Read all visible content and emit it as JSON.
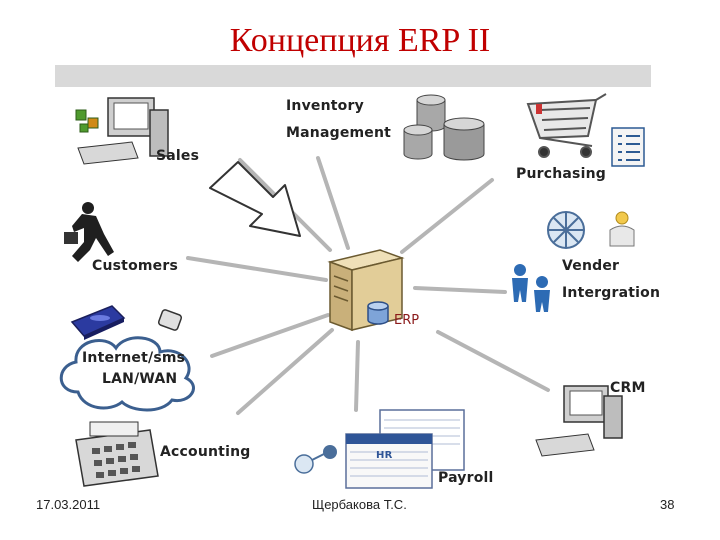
{
  "slide": {
    "title": "Концепция ERP II",
    "footer_date": "17.03.2011",
    "footer_author": "Щербакова Т.С.",
    "page_number": "38"
  },
  "diagram": {
    "center": "ERP",
    "nodes": {
      "sales": "Sales",
      "inventory_line1": "Inventory",
      "inventory_line2": "Management",
      "purchasing": "Purchasing",
      "customers": "Customers",
      "vender_line1": "Vender",
      "vender_line2": "Intergration",
      "internet_line1": "Internet/sms",
      "internet_line2": "LAN/WAN",
      "crm": "CRM",
      "accounting": "Accounting",
      "payroll": "Payroll",
      "hr_badge": "HR"
    }
  },
  "icons": [
    "computer-icon",
    "database-icon",
    "shopping-cart-icon",
    "checklist-icon",
    "running-man-icon",
    "network-globe-icon",
    "people-icon",
    "router-icon",
    "server-icon",
    "cloud-icon",
    "calculator-icon",
    "document-stack-icon",
    "arrow-icon"
  ]
}
